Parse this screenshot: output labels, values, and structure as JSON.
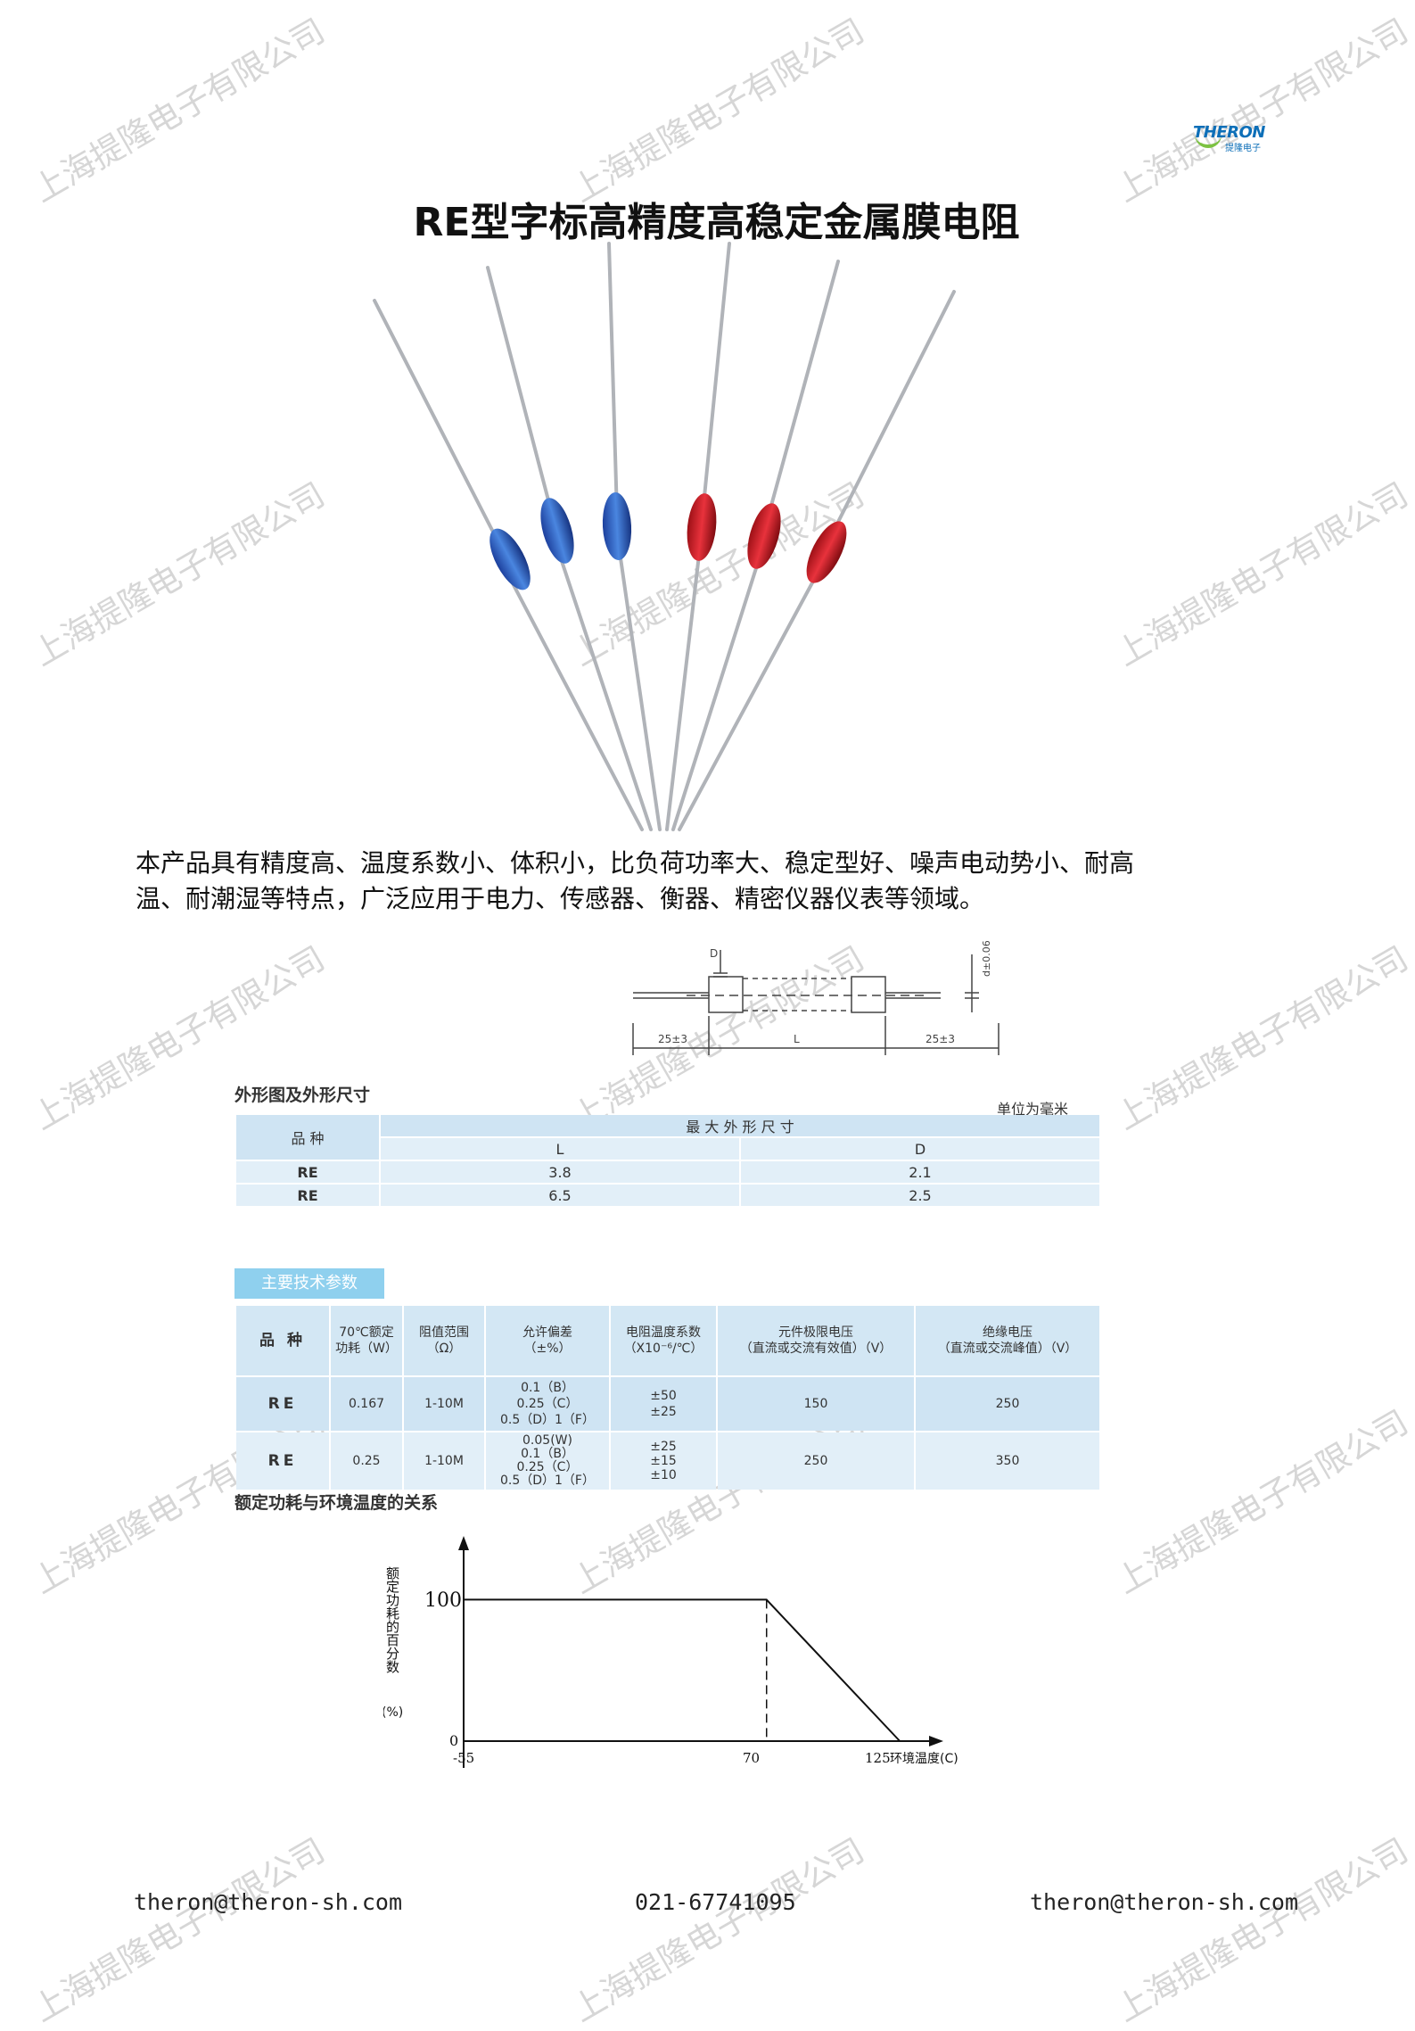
{
  "watermark_text": "上海提隆电子有限公司",
  "logo": {
    "brand": "THERON",
    "sub": "提隆电子"
  },
  "title": "RE型字标高精度高稳定金属膜电阻",
  "description": "本产品具有精度高、温度系数小、体积小，比负荷功率大、稳定型好、噪声电动势小、耐高温、耐潮湿等特点，广泛应用于电力、传感器、衡器、精密仪器仪表等领域。",
  "dimension_drawing": {
    "label_d": "D",
    "label_lead": "25±3",
    "label_l": "L",
    "label_lead_r": "25±3",
    "label_wire": "d±0.06"
  },
  "dimensions": {
    "caption": "外形图及外形尺寸",
    "unit": "单位为毫米",
    "col_kind": "品 种",
    "col_max": "最 大 外 形 尺 寸",
    "col_l": "L",
    "col_d": "D",
    "rows": [
      {
        "kind": "RE",
        "l": "3.8",
        "d": "2.1"
      },
      {
        "kind": "RE",
        "l": "6.5",
        "d": "2.5"
      }
    ]
  },
  "params": {
    "badge": "主要技术参数",
    "headers": {
      "kind": "品 种",
      "power_1": "70℃额定",
      "power_2": "功耗（W）",
      "range_1": "阻值范围",
      "range_2": "（Ω）",
      "tol_1": "允许偏差",
      "tol_2": "（±%）",
      "tcr_1": "电阻温度系数",
      "tcr_2": "（X10⁻⁶/℃）",
      "volt_1": "元件极限电压",
      "volt_2": "（直流或交流有效值）（V）",
      "ins_1": "绝缘电压",
      "ins_2": "（直流或交流峰值）（V）"
    },
    "rows": [
      {
        "kind": "RE",
        "power": "0.167",
        "range": "1-10M",
        "tol": [
          "0.1（B）",
          "0.25（C）",
          "0.5（D）1（F）"
        ],
        "tcr": [
          "±50",
          "±25"
        ],
        "volt": "150",
        "ins": "250"
      },
      {
        "kind": "RE",
        "power": "0.25",
        "range": "1-10M",
        "tol": [
          "0.05(W)",
          "0.1（B）",
          "0.25（C）",
          "0.5（D）1（F）"
        ],
        "tcr": [
          "±25",
          "±15",
          "±10"
        ],
        "volt": "250",
        "ins": "350"
      }
    ]
  },
  "derating": {
    "caption": "额定功耗与环境温度的关系",
    "y_label": "额定功耗的百分数",
    "y_unit": "(%)",
    "y_tick_top": "100",
    "y_tick_zero": "0",
    "x_ticks": [
      "-55",
      "70",
      "125"
    ],
    "x_label": "环境温度(C)"
  },
  "chart_data": {
    "type": "line",
    "title": "额定功耗与环境温度的关系",
    "xlabel": "环境温度(C)",
    "ylabel": "额定功耗的百分数 (%)",
    "x": [
      -55,
      70,
      125
    ],
    "series": [
      {
        "values": [
          100,
          100,
          0
        ]
      }
    ],
    "xlim": [
      -55,
      140
    ],
    "ylim": [
      0,
      140
    ]
  },
  "footer": {
    "email_left": "theron@theron-sh.com",
    "phone": "021-67741095",
    "email_right": "theron@theron-sh.com"
  }
}
